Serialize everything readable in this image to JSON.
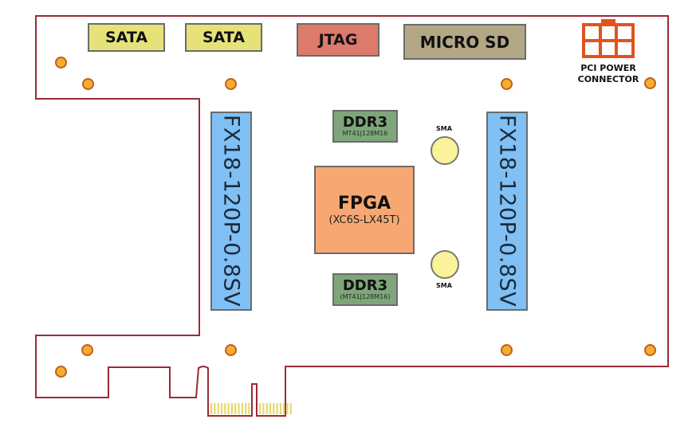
{
  "board": {
    "outline_color": "#9b2a36",
    "connectors": {
      "sata1": {
        "label": "SATA",
        "color": "#e6e27a"
      },
      "sata2": {
        "label": "SATA",
        "color": "#e6e27a"
      },
      "jtag": {
        "label": "JTAG",
        "color": "#dc7a6c"
      },
      "microsd": {
        "label": "MICRO SD",
        "color": "#b3a886"
      },
      "fmc_left": {
        "label": "FX18-120P-0.8SV",
        "color": "#80c0f4"
      },
      "fmc_right": {
        "label": "FX18-120P-0.8SV",
        "color": "#80c0f4"
      }
    },
    "fpga": {
      "label": "FPGA",
      "part": "(XC6S-LX45T)",
      "color": "#f7a872"
    },
    "ddr3_top": {
      "label": "DDR3",
      "part": "MT41J128M16",
      "color": "#7ea67a"
    },
    "ddr3_bottom": {
      "label": "DDR3",
      "part": "(MT41J128M16)",
      "color": "#7ea67a"
    },
    "sma_top": {
      "label": "SMA"
    },
    "sma_bottom": {
      "label": "SMA"
    },
    "pci_power": {
      "line1": "PCI POWER",
      "line2": "CONNECTOR",
      "color": "#e0541c"
    },
    "mount_hole_color": "#f5ad30",
    "gold_finger_color": "#e8d86a"
  }
}
